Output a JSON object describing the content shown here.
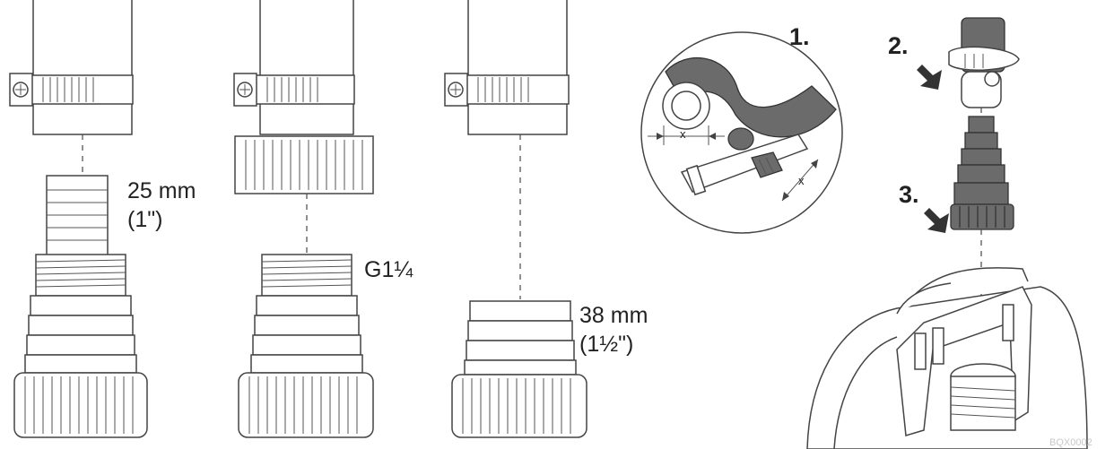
{
  "labels": {
    "size_1_line1": "25 mm",
    "size_1_line2": "(1\")",
    "size_2": "G1¼",
    "size_3_line1": "38 mm",
    "size_3_line2": "(1½\")",
    "dim_x_1": "x",
    "dim_x_2": "x",
    "step_1": "1.",
    "step_2": "2.",
    "step_3": "3.",
    "figure_code": "BQX0002"
  },
  "colors": {
    "line": "#444444",
    "shade": "#6b6b6b",
    "background": "#ffffff"
  }
}
